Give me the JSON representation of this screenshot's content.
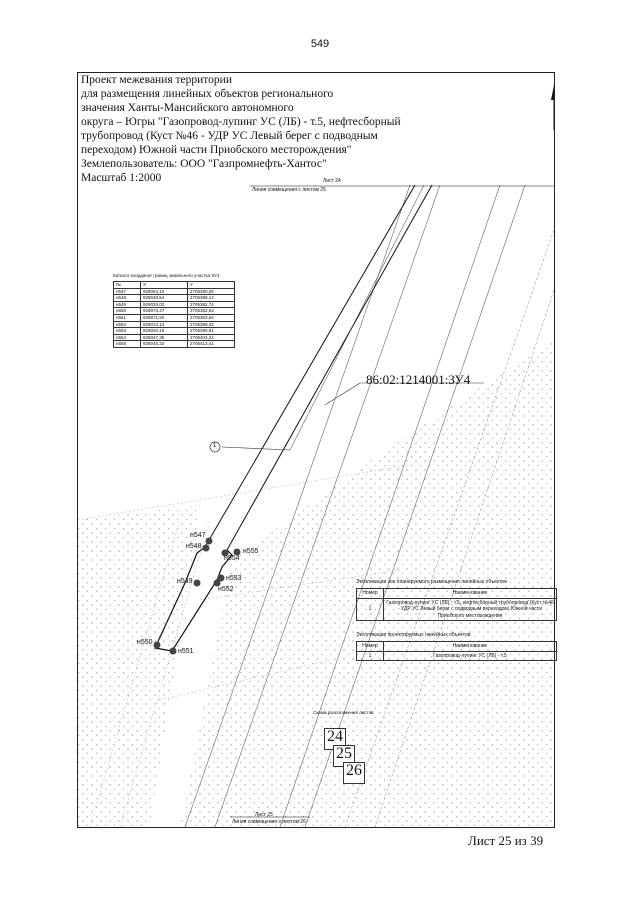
{
  "page_number": "549",
  "title_lines": [
    "Проект межевания территории",
    "для размещения линейных объектов регионального",
    "значения Ханты-Мансийского автономного",
    "округа – Югры \"Газопровод-лупинг УС (ЛБ) - т.5, нефтесборный",
    "трубопровод (Куст №46 - УДР УС Левый берег с подводным",
    "переходом) Южной части Приобского месторождения\"",
    "Землепользователь: ООО \"Газпромнефть-Хантос\"",
    "Масштаб 1:2000"
  ],
  "map": {
    "top_sheet_label": "Лист 24",
    "top_match_line": "Линия совмещения с листом 25",
    "bottom_sheet_label": "Лист 25",
    "bottom_match_line": "Линия совмещения с листом 26",
    "parcel_label": "86:02:1214001:ЗУ4",
    "object_marker": "1",
    "points": [
      {
        "label": "н547"
      },
      {
        "label": "н548"
      },
      {
        "label": "н549"
      },
      {
        "label": "н550"
      },
      {
        "label": "н551"
      },
      {
        "label": "н552"
      },
      {
        "label": "н553"
      },
      {
        "label": "н554"
      },
      {
        "label": "н555"
      }
    ]
  },
  "coordinate_table": {
    "title": "Каталог координат границ земельного участка ЗУ4",
    "headers": [
      "№",
      "X",
      "Y"
    ],
    "rows": [
      [
        "н547",
        "928054,10",
        "2705390,08"
      ],
      [
        "н548",
        "928048,54",
        "2705389,14"
      ],
      [
        "н549",
        "929028,02",
        "2705382,74"
      ],
      [
        "н550",
        "928873,47",
        "2705352,63"
      ],
      [
        "н551",
        "928871,92",
        "2705363,64"
      ],
      [
        "н552",
        "928014,14",
        "2705389,32"
      ],
      [
        "н553",
        "929020,15",
        "2705390,91"
      ],
      [
        "н554",
        "928047,35",
        "2705403,22"
      ],
      [
        "н555",
        "928045,32",
        "2705413,41"
      ]
    ]
  },
  "legend_zones": {
    "title": "Экспликация зон планируемого размещения линейных объектов",
    "headers": [
      "Номер",
      "Наименование"
    ],
    "rows": [
      [
        "1",
        "Газопровод-лупинг УС (ЛБ) - т.5, нефтесборный трубопровод (Куст №46 - УДР УС Левый берег с подводным переходом) Южной части Приобского месторождения"
      ]
    ]
  },
  "legend_objects": {
    "title": "Экспликация проектируемых линейных объектов",
    "headers": [
      "Номер",
      "Наименование"
    ],
    "rows": [
      [
        "1",
        "Газопровод-лупинг УС (ЛБ) - т.5"
      ]
    ]
  },
  "layout_scheme": {
    "title": "Схема расположения листов",
    "sheets": [
      "24",
      "25",
      "26"
    ]
  },
  "footer": "Лист 25 из 39"
}
